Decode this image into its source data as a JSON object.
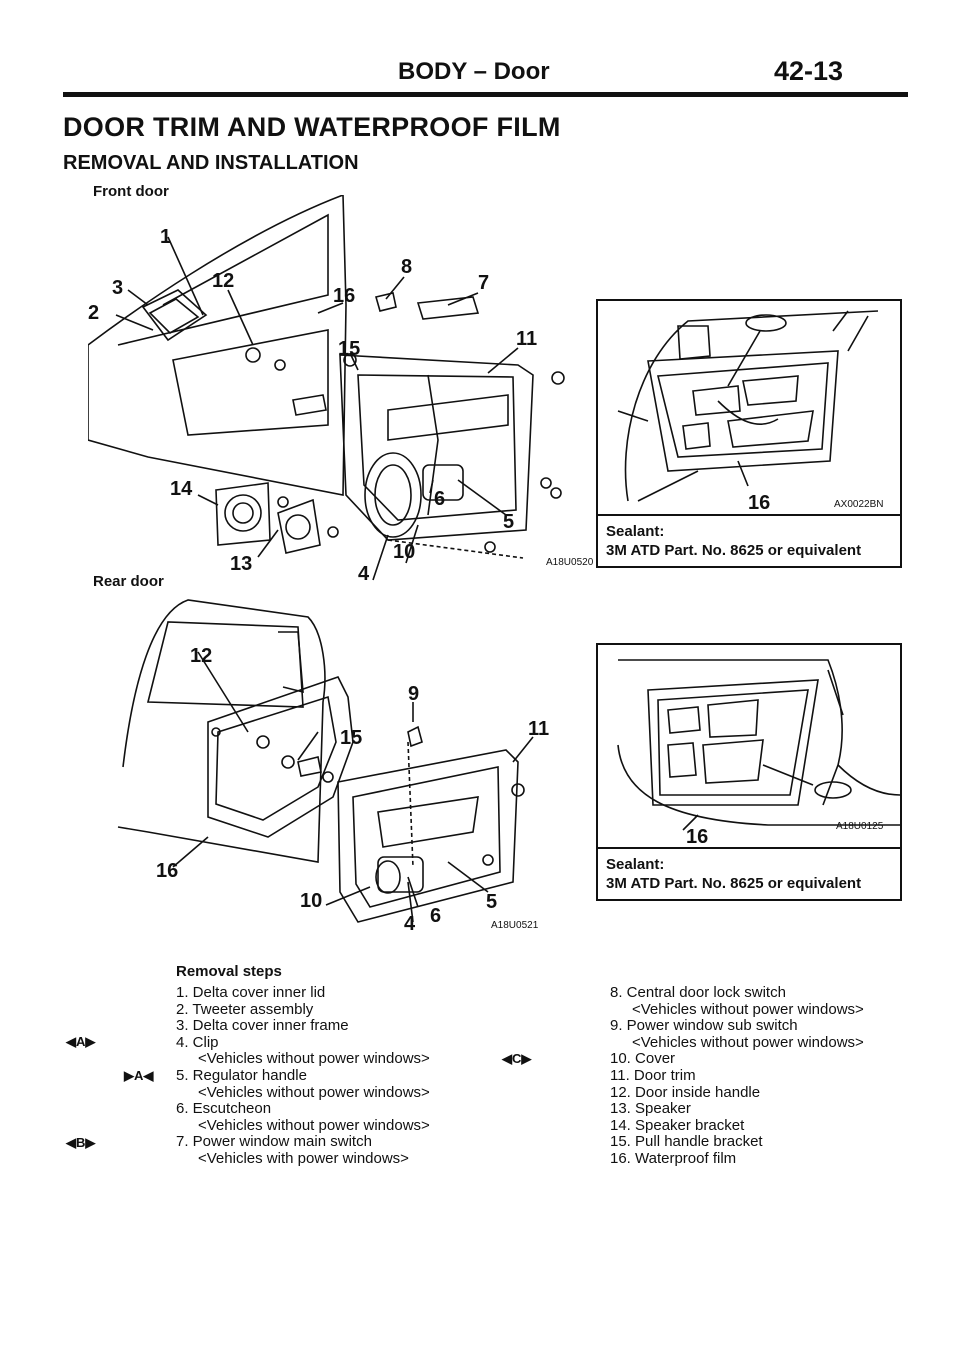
{
  "header": {
    "section": "BODY – Door",
    "page": "42-13"
  },
  "title": "DOOR TRIM AND WATERPROOF FILM",
  "subtitle": "REMOVAL AND INSTALLATION",
  "front": {
    "label": "Front door",
    "code": "A18U0520",
    "callouts": [
      "1",
      "2",
      "3",
      "12",
      "16",
      "8",
      "7",
      "15",
      "11",
      "14",
      "6",
      "5",
      "10",
      "13",
      "4"
    ]
  },
  "rear": {
    "label": "Rear door",
    "code": "A18U0521",
    "callouts": [
      "12",
      "9",
      "15",
      "11",
      "16",
      "10",
      "5",
      "4",
      "6"
    ]
  },
  "inset_front": {
    "code": "AX0022BN",
    "callout": "16",
    "note_label": "Sealant:",
    "note_text": "3M ATD Part. No. 8625 or equivalent"
  },
  "inset_rear": {
    "code": "A18U0125",
    "callout": "16",
    "note_label": "Sealant:",
    "note_text": "3M ATD Part. No. 8625 or equivalent"
  },
  "steps": {
    "heading": "Removal steps",
    "col1": [
      "1. Delta cover inner lid",
      "2. Tweeter assembly",
      "3. Delta cover inner frame",
      "4. Clip",
      "<Vehicles without power windows>",
      "5. Regulator handle",
      "<Vehicles without power windows>",
      "6. Escutcheon",
      "<Vehicles without power windows>",
      "7. Power window main switch",
      "<Vehicles with power windows>"
    ],
    "col2": [
      "8. Central door lock switch",
      "<Vehicles without power windows>",
      "9. Power window sub switch",
      "<Vehicles without power windows>",
      "10. Cover",
      "11. Door trim",
      "12. Door inside handle",
      "13. Speaker",
      "14. Speaker bracket",
      "15. Pull handle bracket",
      "16. Waterproof film"
    ],
    "markers": {
      "a_install": "◀A▶",
      "a_remove": "▶A◀",
      "b": "◀B▶",
      "c": "◀C▶"
    }
  }
}
